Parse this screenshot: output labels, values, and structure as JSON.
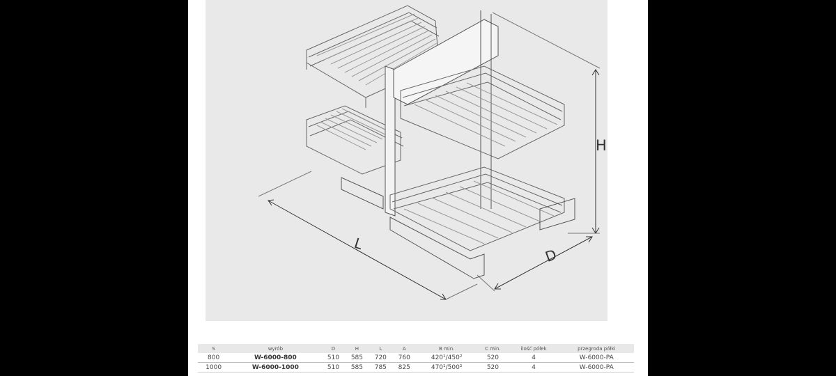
{
  "drawing": {
    "dimension_labels": {
      "height": "H",
      "length": "L",
      "depth": "D"
    },
    "icon": "corner-wire-basket-drawing"
  },
  "spec_table": {
    "headers": [
      "S",
      "wyrób",
      "D",
      "H",
      "L",
      "A",
      "B min.",
      "C min.",
      "ilość półek",
      "przegroda półki"
    ],
    "rows": [
      [
        "800",
        "W-6000-800",
        "510",
        "585",
        "720",
        "760",
        "420¹/450²",
        "520",
        "4",
        "W-6000-PA"
      ],
      [
        "1000",
        "W-6000-1000",
        "510",
        "585",
        "785",
        "825",
        "470¹/500²",
        "520",
        "4",
        "W-6000-PA"
      ]
    ]
  }
}
